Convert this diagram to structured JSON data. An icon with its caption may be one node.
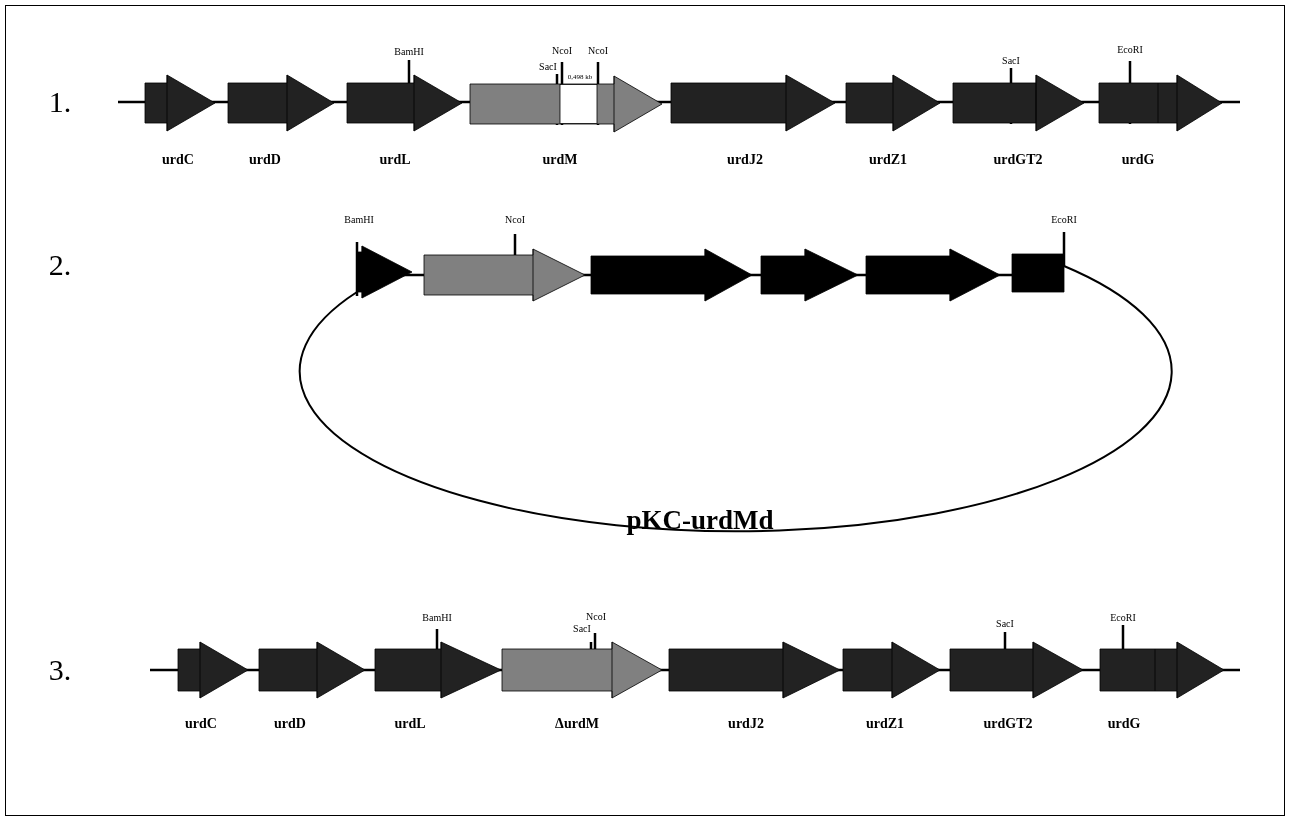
{
  "diagram": {
    "nodes": [
      {
        "text": [],
        "shape": "arrow",
        "beside": [
          "urdC"
        ]
      },
      {
        "text": [],
        "shape": "arrow",
        "beside": [
          "urdD"
        ]
      },
      {
        "text": [],
        "shape": "arrow",
        "beside": [
          "BamHI",
          "urdL"
        ]
      },
      {
        "text": [],
        "shape": "arrow",
        "beside": [
          "SacI",
          "NcoI",
          "0,498 kb",
          "NcoI",
          "urdM"
        ]
      },
      {
        "text": [],
        "shape": "arrow",
        "beside": [
          "urdJ2"
        ]
      },
      {
        "text": [],
        "shape": "arrow",
        "beside": [
          "urdZ1"
        ]
      },
      {
        "text": [],
        "shape": "arrow",
        "beside": [
          "SacI",
          "urdGT2"
        ]
      },
      {
        "text": [],
        "shape": "arrow",
        "beside": [
          "EcoRI",
          "urdG"
        ]
      },
      {
        "text": [
          "pKC-urdMd"
        ]
      },
      {
        "text": [],
        "shape": "arrow",
        "beside": [
          "BamHI"
        ]
      },
      {
        "text": [],
        "shape": "arrow",
        "beside": [
          "NcoI"
        ]
      },
      {
        "text": [],
        "shape": "arrow"
      },
      {
        "text": [],
        "shape": "arrow"
      },
      {
        "text": [],
        "shape": "arrow"
      },
      {
        "text": [],
        "shape": "box",
        "beside": [
          "EcoRI"
        ]
      },
      {
        "text": [],
        "shape": "arrow",
        "beside": [
          "urdC"
        ]
      },
      {
        "text": [],
        "shape": "arrow",
        "beside": [
          "urdD"
        ]
      },
      {
        "text": [],
        "shape": "arrow",
        "beside": [
          "BamHI",
          "urdL"
        ]
      },
      {
        "text": [],
        "shape": "arrow",
        "beside": [
          "SacI",
          "NcoI",
          "ΔurdM"
        ]
      },
      {
        "text": [],
        "shape": "arrow",
        "beside": [
          "urdJ2"
        ]
      },
      {
        "text": [],
        "shape": "arrow",
        "beside": [
          "urdZ1"
        ]
      },
      {
        "text": [],
        "shape": "arrow",
        "beside": [
          "SacI",
          "urdGT2"
        ]
      },
      {
        "text": [],
        "shape": "arrow",
        "beside": [
          "EcoRI",
          "urdG"
        ]
      }
    ],
    "labels": [
      "1.",
      "2.",
      "3."
    ]
  }
}
